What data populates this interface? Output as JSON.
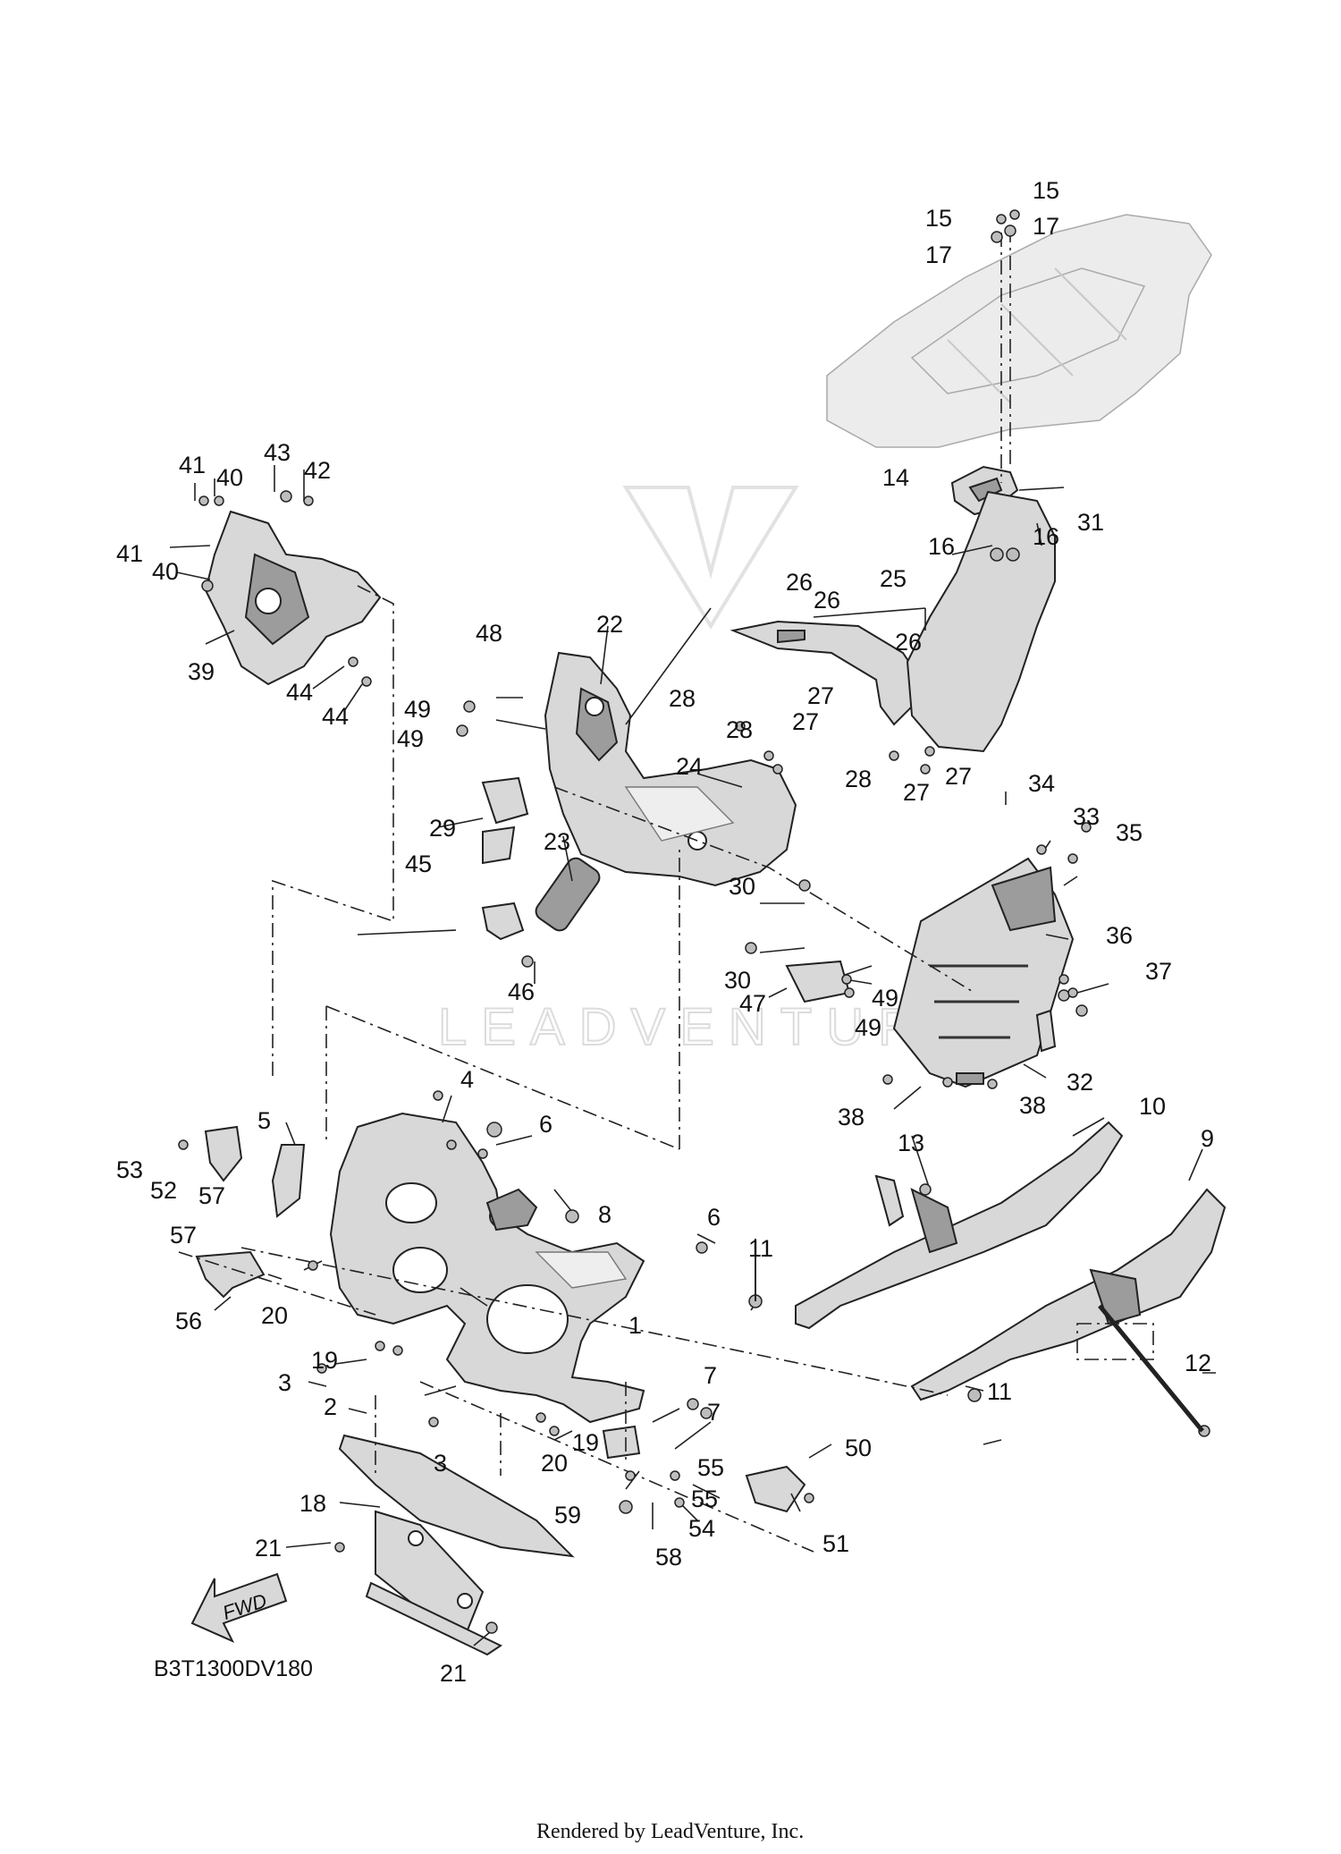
{
  "diagram_code": "B3T1300DV180",
  "footer": "Rendered by LeadVenture, Inc.",
  "watermark": "LEADVENTURE",
  "fwd_label": "FWD",
  "callouts": [
    "1",
    "2",
    "3",
    "3",
    "4",
    "5",
    "6",
    "6",
    "7",
    "7",
    "8",
    "9",
    "10",
    "11",
    "11",
    "12",
    "13",
    "14",
    "15",
    "15",
    "16",
    "16",
    "17",
    "17",
    "18",
    "19",
    "19",
    "20",
    "20",
    "21",
    "21",
    "22",
    "23",
    "24",
    "25",
    "26",
    "26",
    "26",
    "27",
    "27",
    "27",
    "27",
    "28",
    "28",
    "28",
    "29",
    "30",
    "30",
    "31",
    "32",
    "33",
    "34",
    "35",
    "36",
    "37",
    "38",
    "38",
    "39",
    "40",
    "40",
    "41",
    "41",
    "42",
    "43",
    "44",
    "44",
    "45",
    "46",
    "47",
    "48",
    "49",
    "49",
    "49",
    "49",
    "50",
    "51",
    "52",
    "53",
    "54",
    "55",
    "55",
    "56",
    "57",
    "57",
    "58",
    "59"
  ]
}
